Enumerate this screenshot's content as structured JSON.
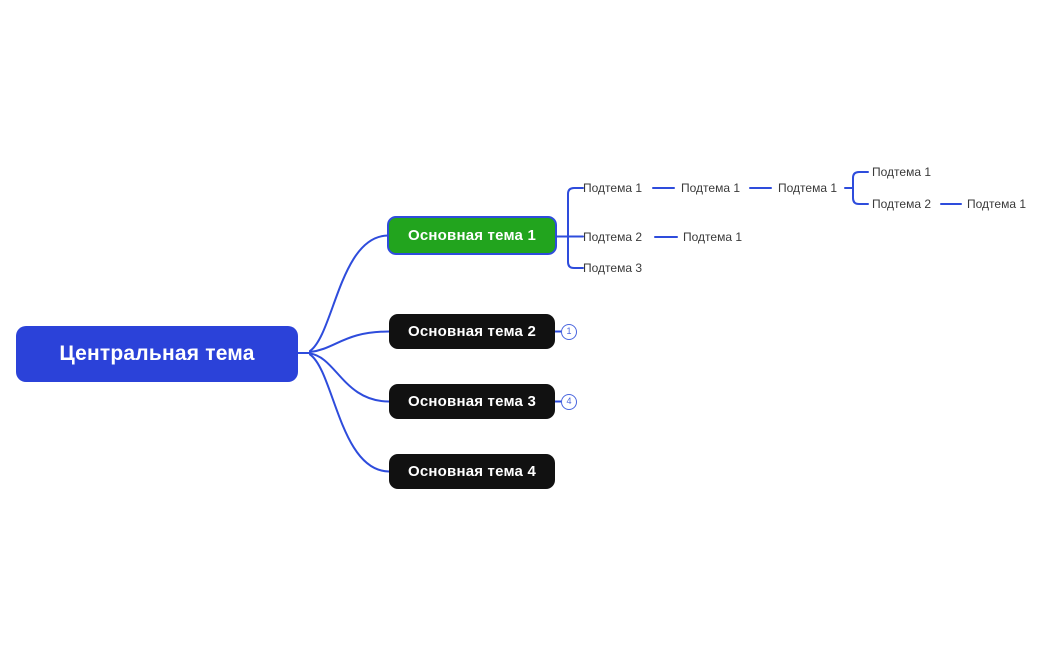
{
  "colors": {
    "canvas_bg": "#ffffff",
    "line": "#2e4cdc",
    "central_fill": "#2b42d9",
    "main_fill": "#111111",
    "selected_fill": "#22a41e",
    "selected_border": "#2e4cdc",
    "subtopic_text": "#3a3a3a",
    "badge": "#4a66de"
  },
  "mindmap": {
    "root": {
      "label": "Центральная тема"
    },
    "branches": [
      {
        "label": "Основная тема 1",
        "selected": true,
        "children": [
          {
            "label": "Подтема 1",
            "children": [
              {
                "label": "Подтема 1",
                "children": [
                  {
                    "label": "Подтема 1",
                    "children": [
                      {
                        "label": "Подтема 1",
                        "children": []
                      },
                      {
                        "label": "Подтема 2",
                        "children": [
                          {
                            "label": "Подтема 1",
                            "children": []
                          }
                        ]
                      }
                    ]
                  }
                ]
              }
            ]
          },
          {
            "label": "Подтема 2",
            "children": [
              {
                "label": "Подтема 1",
                "children": []
              }
            ]
          },
          {
            "label": "Подтема 3",
            "children": []
          }
        ]
      },
      {
        "label": "Основная тема 2",
        "collapsed_count": "1"
      },
      {
        "label": "Основная тема 3",
        "collapsed_count": "4"
      },
      {
        "label": "Основная тема 4"
      }
    ]
  }
}
